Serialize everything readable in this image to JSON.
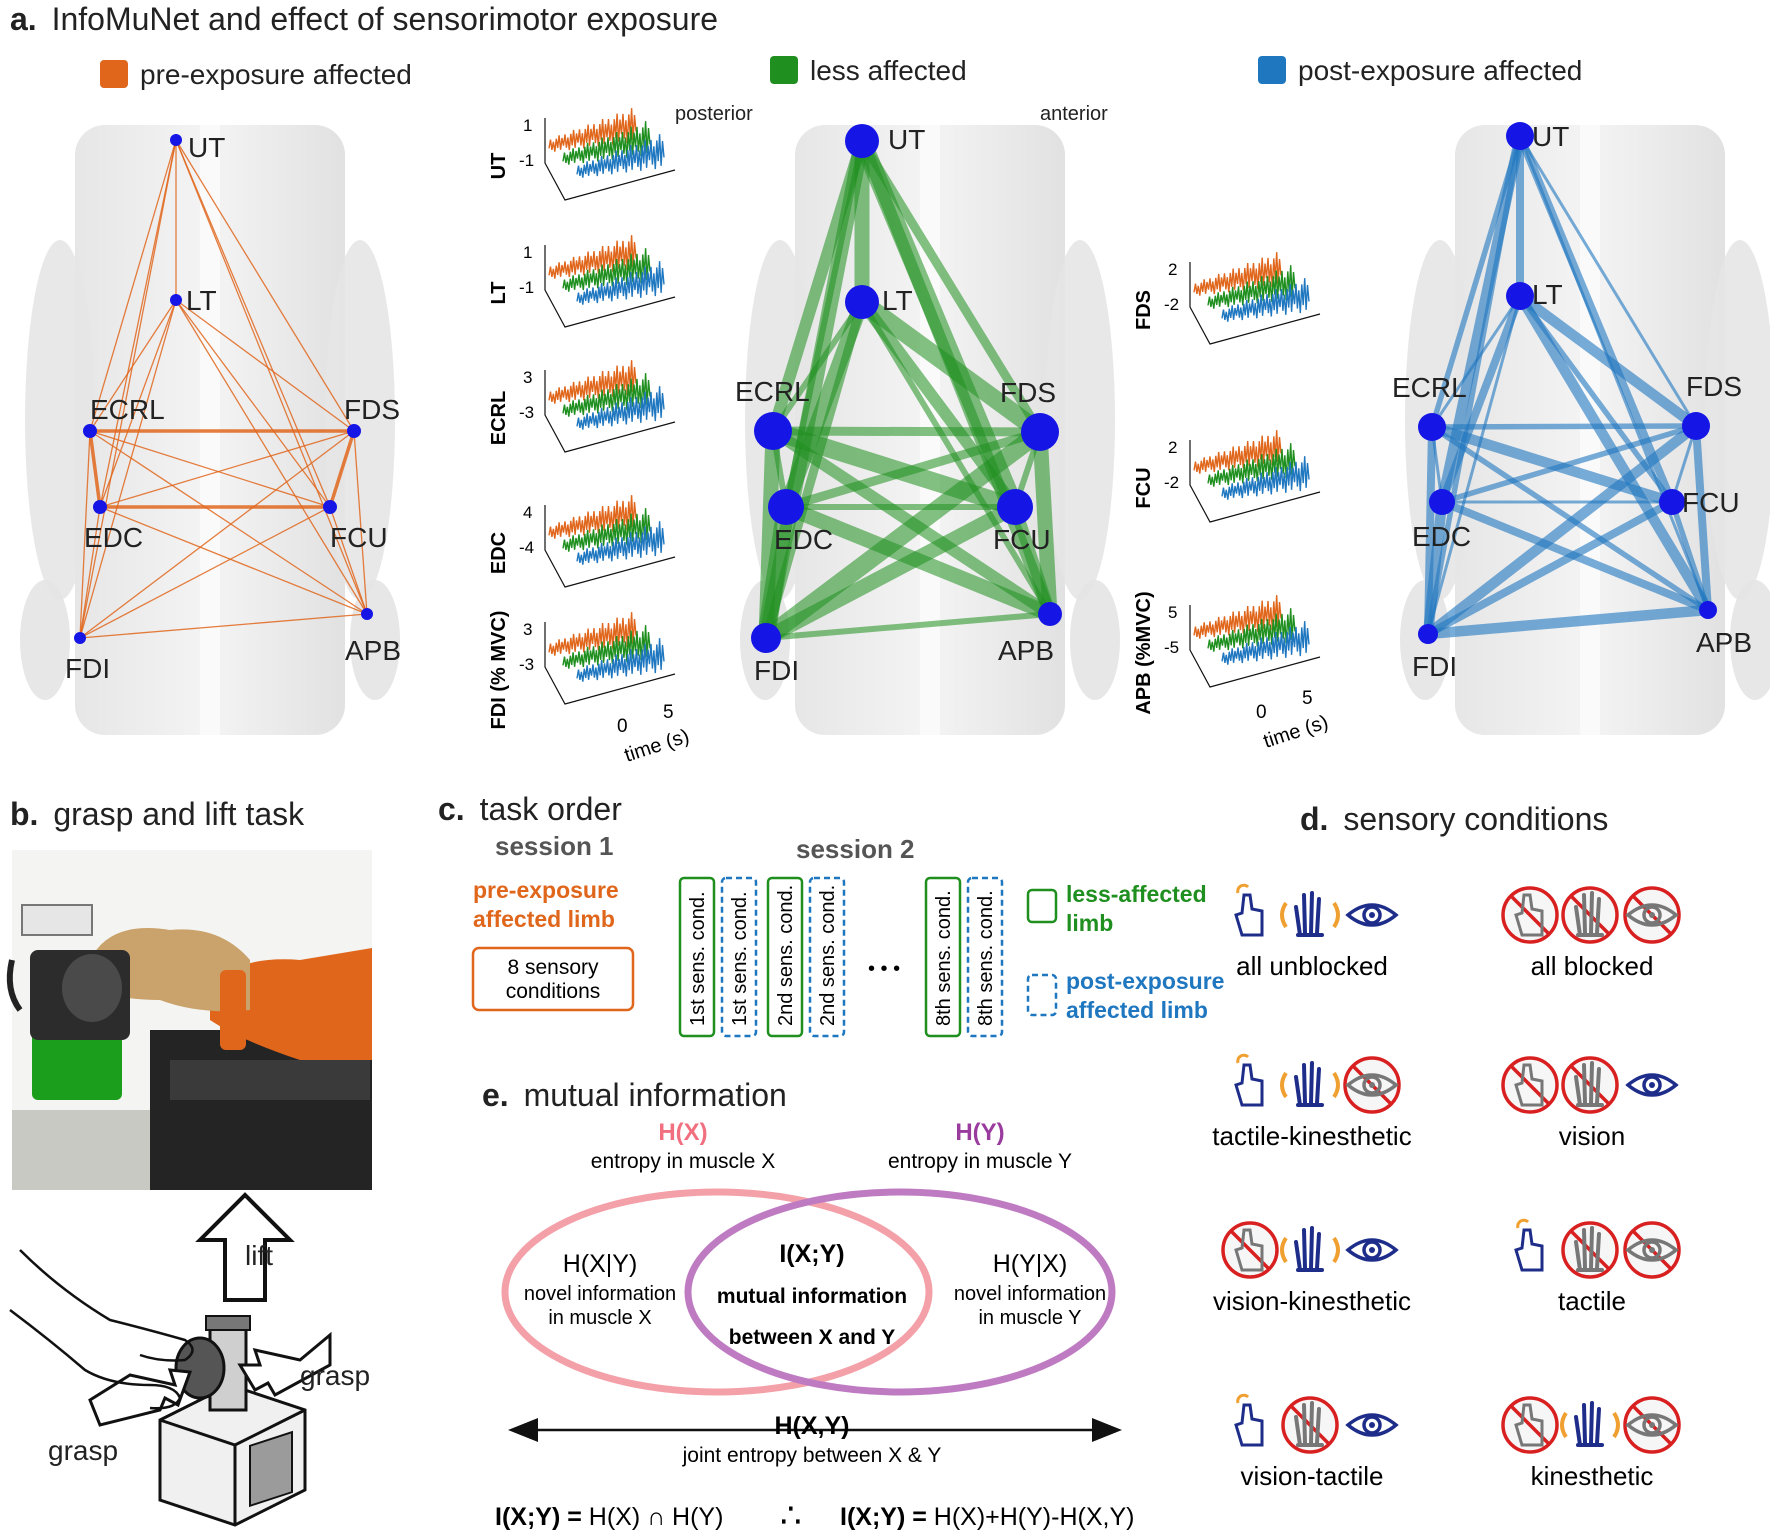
{
  "panel_a": {
    "letter": "a.",
    "title": "InfoMuNet and effect of sensorimotor exposure",
    "legend": [
      {
        "label": "pre-exposure affected",
        "color": "#e0661c"
      },
      {
        "label": "less affected",
        "color": "#1f8f1f"
      },
      {
        "label": "post-exposure affected",
        "color": "#1f77c0"
      }
    ],
    "posterior": "posterior",
    "anterior": "anterior",
    "muscles": [
      "UT",
      "LT",
      "ECRL",
      "FDS",
      "EDC",
      "FCU",
      "FDI",
      "APB"
    ],
    "signals_left": [
      {
        "muscle": "UT",
        "ticks": [
          "1",
          "-1"
        ]
      },
      {
        "muscle": "LT",
        "ticks": [
          "1",
          "-1"
        ]
      },
      {
        "muscle": "ECRL",
        "ticks": [
          "3",
          "-3"
        ]
      },
      {
        "muscle": "EDC",
        "ticks": [
          "4",
          "-4"
        ]
      },
      {
        "muscle": "FDI (% MVC)",
        "ticks": [
          "3",
          "-3"
        ]
      }
    ],
    "signals_right": [
      {
        "muscle": "FDS",
        "ticks": [
          "2",
          "-2"
        ]
      },
      {
        "muscle": "FCU",
        "ticks": [
          "2",
          "-2"
        ]
      },
      {
        "muscle": "APB (%MVC)",
        "ticks": [
          "5",
          "-5"
        ]
      }
    ],
    "time_ticks": [
      "0",
      "5"
    ],
    "time_label": "time (s)"
  },
  "panel_b": {
    "letter": "b.",
    "title": "grasp and lift task",
    "lift": "lift",
    "grasp_left": "grasp",
    "grasp_right": "grasp"
  },
  "panel_c": {
    "letter": "c.",
    "title": "task order",
    "session1": "session 1",
    "session2": "session 2",
    "pre_exposure_line1": "pre-exposure",
    "pre_exposure_line2": "affected limb",
    "box_line1": "8 sensory",
    "box_line2": "conditions",
    "cond_labels": [
      "1st sens. cond.",
      "1st sens. cond.",
      "2nd sens. cond.",
      "2nd sens. cond.",
      "8th sens. cond.",
      "8th sens. cond."
    ],
    "ellipsis": "• • •",
    "less_affected_line1": "less-affected",
    "less_affected_line2": "limb",
    "post_exposure_line1": "post-exposure",
    "post_exposure_line2": "affected limb"
  },
  "panel_d": {
    "letter": "d.",
    "title": "sensory conditions",
    "conditions": [
      {
        "label": "all unblocked",
        "touch": true,
        "kin": true,
        "vision": true
      },
      {
        "label": "all blocked",
        "touch": false,
        "kin": false,
        "vision": false
      },
      {
        "label": "tactile-kinesthetic",
        "touch": true,
        "kin": true,
        "vision": false
      },
      {
        "label": "vision",
        "touch": false,
        "kin": false,
        "vision": true
      },
      {
        "label": "vision-kinesthetic",
        "touch": false,
        "kin": true,
        "vision": true
      },
      {
        "label": "tactile",
        "touch": true,
        "kin": false,
        "vision": false
      },
      {
        "label": "vision-tactile",
        "touch": true,
        "kin": false,
        "vision": true
      },
      {
        "label": "kinesthetic",
        "touch": false,
        "kin": true,
        "vision": false
      }
    ]
  },
  "panel_e": {
    "letter": "e.",
    "title": "mutual information",
    "hx": "H(X)",
    "hx_desc": "entropy in muscle X",
    "hy": "H(Y)",
    "hy_desc": "entropy in muscle Y",
    "hxy_cond_x": "H(X|Y)",
    "novel_x1": "novel information",
    "novel_x2": "in muscle X",
    "ixy": "I(X;Y)",
    "mi1": "mutual information",
    "mi2": "between X and Y",
    "hyx_cond": "H(Y|X)",
    "novel_y1": "novel information",
    "novel_y2": "in muscle Y",
    "joint": "H(X,Y)",
    "joint_desc": "joint entropy between X & Y",
    "eq1_bold": "I(X;Y) =",
    "eq1_rest": " H(X) ∩ H(Y)",
    "therefore": "∴",
    "eq2_bold": "I(X;Y) =",
    "eq2_rest": " H(X)+H(Y)-H(X,Y)"
  }
}
